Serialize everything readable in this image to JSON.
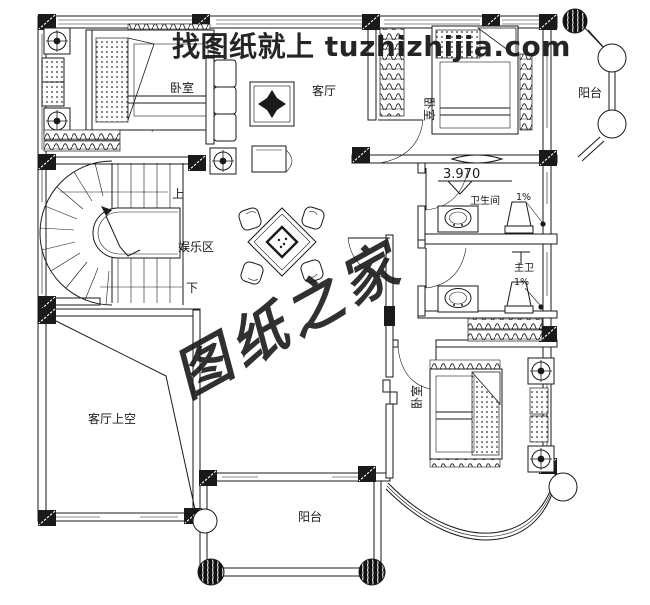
{
  "watermarks": {
    "banner": "找图纸就上 tuzhizhijia.com",
    "diagonal": "图纸之家",
    "color": "#ed1010"
  },
  "rooms": {
    "bedroom_top_left": "卧室",
    "living_room": "客厅",
    "bedroom_top_right": "卧室",
    "balcony_right": "阳台",
    "bathroom": "卫生间",
    "master_bathroom": "主卫",
    "bedroom_bottom_right": "卧室",
    "entertainment": "娱乐区",
    "living_void": "客厅上空",
    "balcony_bottom": "阳台"
  },
  "annotations": {
    "elevation": "3.970",
    "bathroom_slope": "1%",
    "master_slope": "1%",
    "stair_up": "上",
    "stair_down": "下"
  },
  "colors": {
    "line": "#1a1a1a",
    "background": "#ffffff",
    "watermark": "#ed1010"
  }
}
